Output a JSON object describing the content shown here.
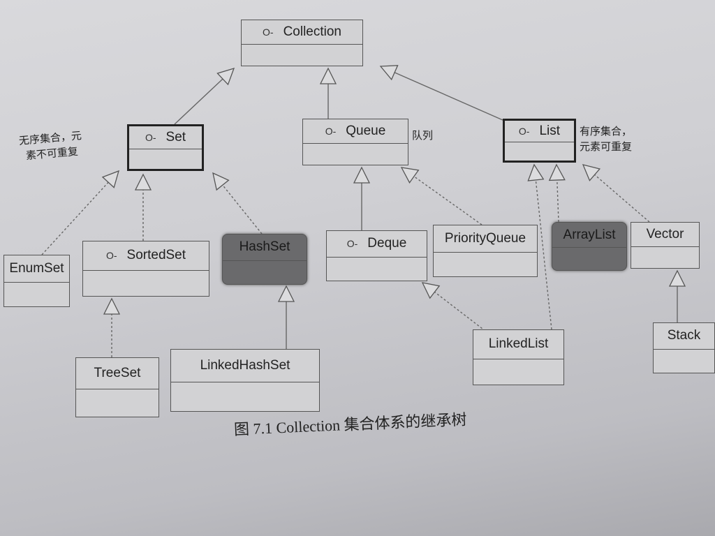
{
  "classes": [
    {
      "id": "collection",
      "name": "Collection",
      "interface": true
    },
    {
      "id": "set",
      "name": "Set",
      "interface": true
    },
    {
      "id": "queue",
      "name": "Queue",
      "interface": true
    },
    {
      "id": "list",
      "name": "List",
      "interface": true
    },
    {
      "id": "enumset",
      "name": "EnumSet",
      "interface": false
    },
    {
      "id": "sortedset",
      "name": "SortedSet",
      "interface": true
    },
    {
      "id": "hashset",
      "name": "HashSet",
      "interface": false
    },
    {
      "id": "deque",
      "name": "Deque",
      "interface": true
    },
    {
      "id": "priorityqueue",
      "name": "PriorityQueue",
      "interface": false
    },
    {
      "id": "arraylist",
      "name": "ArrayList",
      "interface": false
    },
    {
      "id": "vector",
      "name": "Vector",
      "interface": false
    },
    {
      "id": "treeset",
      "name": "TreeSet",
      "interface": false
    },
    {
      "id": "linkedhashset",
      "name": "LinkedHashSet",
      "interface": false
    },
    {
      "id": "linkedlist",
      "name": "LinkedList",
      "interface": false
    },
    {
      "id": "stack",
      "name": "Stack",
      "interface": false
    }
  ],
  "interface_symbol": "O-",
  "edges": [
    {
      "from": "set",
      "to": "collection",
      "style": "solid"
    },
    {
      "from": "queue",
      "to": "collection",
      "style": "solid"
    },
    {
      "from": "list",
      "to": "collection",
      "style": "solid"
    },
    {
      "from": "enumset",
      "to": "set",
      "style": "dashed"
    },
    {
      "from": "sortedset",
      "to": "set",
      "style": "dashed"
    },
    {
      "from": "hashset",
      "to": "set",
      "style": "dashed"
    },
    {
      "from": "deque",
      "to": "queue",
      "style": "solid"
    },
    {
      "from": "priorityqueue",
      "to": "queue",
      "style": "dashed"
    },
    {
      "from": "arraylist",
      "to": "list",
      "style": "dashed"
    },
    {
      "from": "vector",
      "to": "list",
      "style": "dashed"
    },
    {
      "from": "linkedlist",
      "to": "list",
      "style": "dashed"
    },
    {
      "from": "linkedlist",
      "to": "deque",
      "style": "dashed"
    },
    {
      "from": "treeset",
      "to": "sortedset",
      "style": "dashed"
    },
    {
      "from": "linkedhashset",
      "to": "hashset",
      "style": "solid"
    },
    {
      "from": "stack",
      "to": "vector",
      "style": "solid"
    }
  ],
  "notes": {
    "set_line1": "无序集合，元",
    "set_line2": "素不可重复",
    "queue": "队列",
    "list_line1": "有序集合，",
    "list_line2": "元素可重复"
  },
  "caption": "图 7.1 Collection 集合体系的继承树"
}
